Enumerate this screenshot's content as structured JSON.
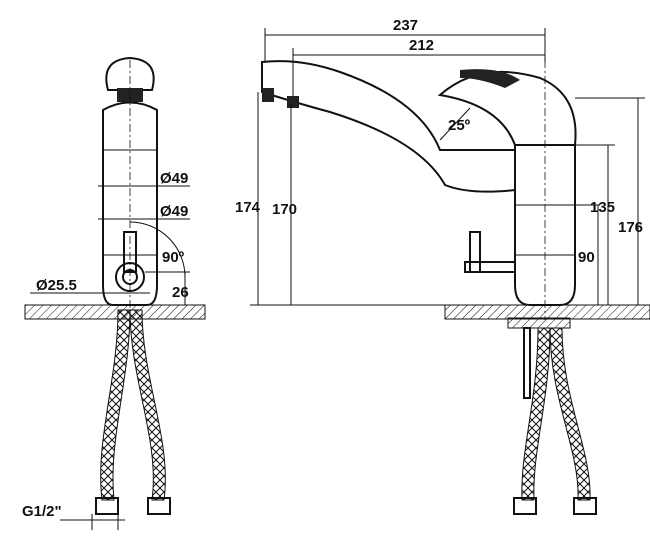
{
  "title": "Faucet technical drawing",
  "labels": {
    "width_total": "237",
    "width_spout": "212",
    "spout_angle": "25º",
    "height_spout_top": "174",
    "height_spout_outlet": "170",
    "height_body": "135",
    "height_total": "176",
    "height_lever": "90",
    "diameter_upper": "Ø49",
    "diameter_lower": "Ø49",
    "lever_angle": "90º",
    "diameter_base": "Ø25.5",
    "lever_offset": "26",
    "hose_thread": "G1/2\""
  },
  "colors": {
    "line": "#111111",
    "background": "#ffffff"
  }
}
